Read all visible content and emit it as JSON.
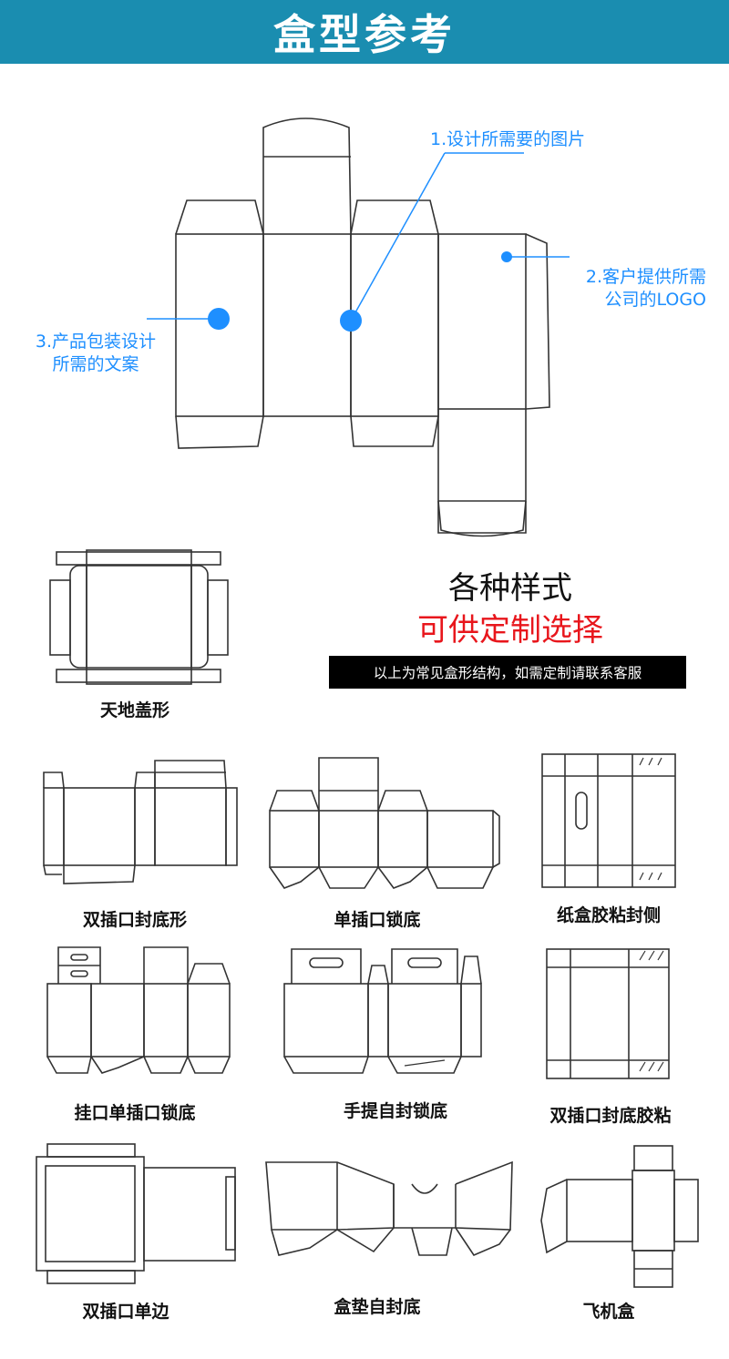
{
  "header": {
    "title": "盒型参考"
  },
  "callouts": {
    "image": "1.设计所需要的图片",
    "logo_line1": "2.客户提供所需",
    "logo_line2": "公司的LOGO",
    "copy_line1": "3.产品包装设计",
    "copy_line2": "所需的文案"
  },
  "variety": {
    "title": "各种样式",
    "subtitle": "可供定制选择",
    "note": "以上为常见盒形结构，如需定制请联系客服"
  },
  "boxes": [
    {
      "label": "天地盖形"
    },
    {
      "label": "双插口封底形"
    },
    {
      "label": "单插口锁底"
    },
    {
      "label": "纸盒胶粘封侧"
    },
    {
      "label": "挂口单插口锁底"
    },
    {
      "label": "手提自封锁底"
    },
    {
      "label": "双插口封底胶粘"
    },
    {
      "label": "双插口单边"
    },
    {
      "label": "盒垫自封底"
    },
    {
      "label": "飞机盒"
    }
  ],
  "colors": {
    "header_bg": "#1a8db0",
    "callout_blue": "#1e8fff",
    "accent_red": "#e8161c",
    "note_bg": "#000000"
  }
}
